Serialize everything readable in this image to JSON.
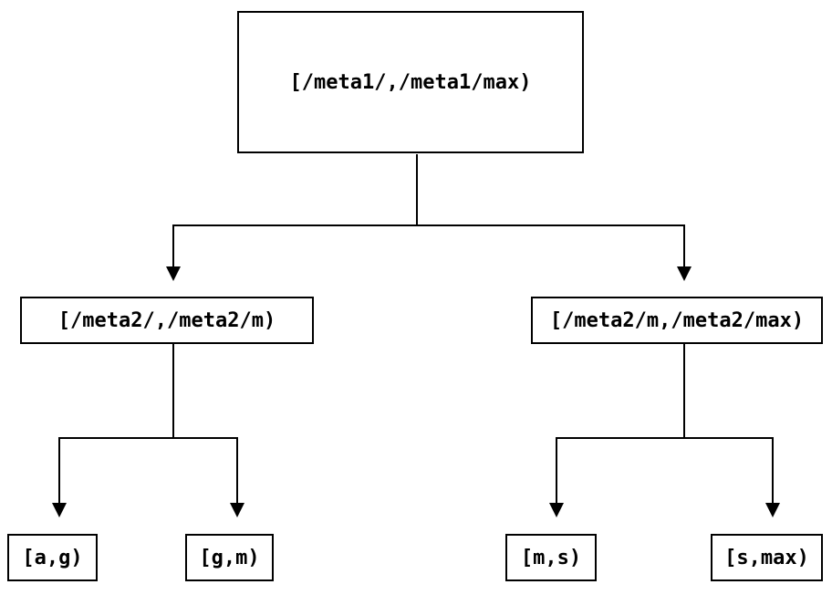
{
  "diagram": {
    "type": "tree",
    "background_color": "#ffffff",
    "line_color": "#000000",
    "text_color": "#000000",
    "nodes": {
      "root": {
        "label": "[/meta1/,/meta1/max)"
      },
      "mid_left": {
        "label": "[/meta2/,/meta2/m)"
      },
      "mid_right": {
        "label": "[/meta2/m,/meta2/max)"
      },
      "leaf_1": {
        "label": "[a,g)"
      },
      "leaf_2": {
        "label": "[g,m)"
      },
      "leaf_3": {
        "label": "[m,s)"
      },
      "leaf_4": {
        "label": "[s,max)"
      }
    },
    "edges": [
      {
        "from": "root",
        "to": "mid_left"
      },
      {
        "from": "root",
        "to": "mid_right"
      },
      {
        "from": "mid_left",
        "to": "leaf_1"
      },
      {
        "from": "mid_left",
        "to": "leaf_2"
      },
      {
        "from": "mid_right",
        "to": "leaf_3"
      },
      {
        "from": "mid_right",
        "to": "leaf_4"
      }
    ]
  }
}
